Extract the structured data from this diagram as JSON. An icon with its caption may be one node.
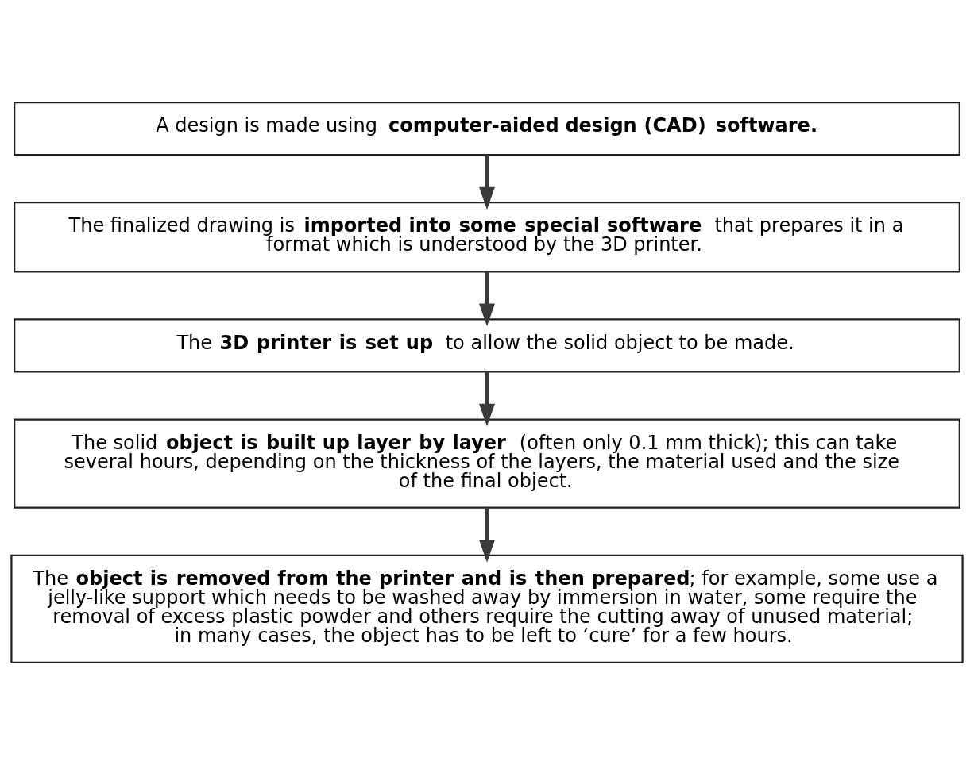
{
  "diagram": {
    "nodes": [
      {
        "text": [
          "A design is made using **computer-aided design (CAD) software.**"
        ]
      },
      {
        "text": [
          "The finalized drawing is **imported into some special software** that prepares it in a format which is understood by the 3D printer."
        ]
      },
      {
        "text": [
          "The **3D printer is set up** to allow the solid object to be made."
        ]
      },
      {
        "text": [
          "The solid **object is built up layer by layer** (often only 0.1 mm thick); this can take several hours, depending on the thickness of the layers, the material used and the size of the final object."
        ]
      },
      {
        "text": [
          "The **object is removed from the printer and is then prepared**; for example, some use a jelly-like support which needs to be washed away by immersion in water, some require the removal of excess plastic powder and others require the cutting away of unused material; in many cases, the object has to be left to ‘cure’ for a few hours."
        ]
      }
    ],
    "edges": [
      {
        "from": 0,
        "to": 1,
        "arrow": "to"
      },
      {
        "from": 1,
        "to": 2,
        "arrow": "to"
      },
      {
        "from": 2,
        "to": 3,
        "arrow": "to"
      },
      {
        "from": 3,
        "to": 4,
        "arrow": "to"
      }
    ]
  }
}
